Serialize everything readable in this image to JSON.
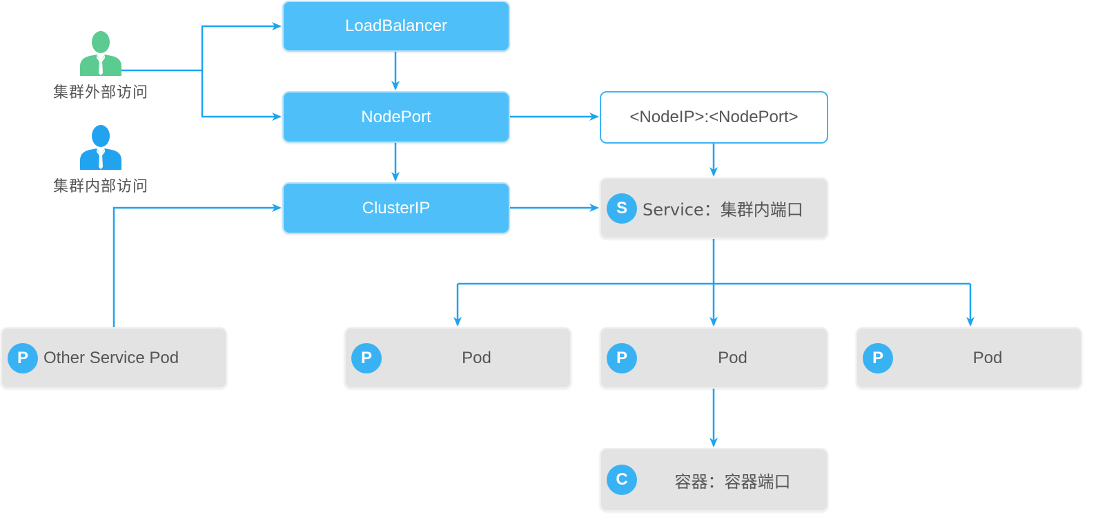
{
  "actors": {
    "external": {
      "label": "集群外部访问",
      "icon": "person-icon",
      "color": "#5ccb91"
    },
    "internal": {
      "label": "集群内部访问",
      "icon": "person-icon",
      "color": "#22a3ef"
    }
  },
  "nodes": {
    "loadbalancer": "LoadBalancer",
    "nodeport": "NodePort",
    "clusterip": "ClusterIP",
    "nodeip_port": "<NodeIP>:<NodePort>",
    "service": {
      "badge": "S",
      "label": "Service：集群内端口"
    },
    "other_pod": {
      "badge": "P",
      "label": "Other Service Pod"
    },
    "pod1": {
      "badge": "P",
      "label": "Pod"
    },
    "pod2": {
      "badge": "P",
      "label": "Pod"
    },
    "pod3": {
      "badge": "P",
      "label": "Pod"
    },
    "container": {
      "badge": "C",
      "label": "容器：容器端口"
    }
  },
  "colors": {
    "accent_blue": "#4ebff9",
    "arrow": "#1ea4ee",
    "gray_box": "#e3e3e4",
    "badge": "#39b2f4",
    "text": "#555555"
  }
}
